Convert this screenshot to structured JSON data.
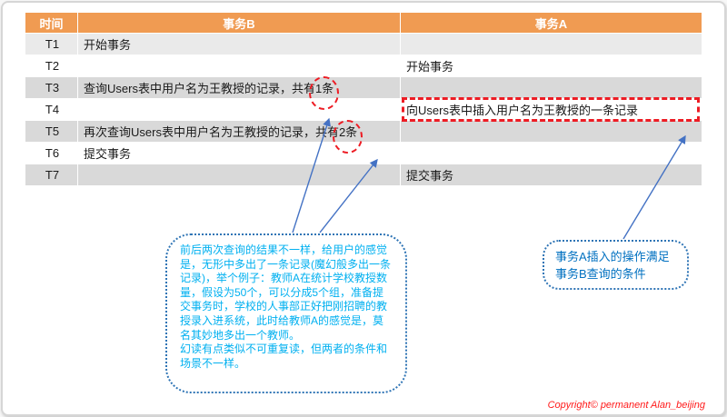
{
  "table": {
    "headers": [
      "时间",
      "事务B",
      "事务A"
    ],
    "rows": [
      {
        "time": "T1",
        "b": "开始事务",
        "a": ""
      },
      {
        "time": "T2",
        "b": "",
        "a": "开始事务"
      },
      {
        "time": "T3",
        "b": "查询Users表中用户名为王教授的记录，共有",
        "b_mark": "1条",
        "a": ""
      },
      {
        "time": "T4",
        "b": "",
        "a": "向Users表中插入用户名为王教授的一条记录"
      },
      {
        "time": "T5",
        "b": "再次查询Users表中用户名为王教授的记录，共有",
        "b_mark": "2条",
        "a": ""
      },
      {
        "time": "T6",
        "b": "提交事务",
        "a": ""
      },
      {
        "time": "T7",
        "b": "",
        "a": "提交事务"
      }
    ]
  },
  "callouts": {
    "left": "前后两次查询的结果不一样，给用户的感觉是，无形中多出了一条记录(魔幻般多出一条记录)，举个例子：教师A在统计学校教授数量，假设为50个，可以分成5个组，准备提交事务时，学校的人事部正好把刚招聘的教授录入进系统，此时给教师A的感觉是，莫名其妙地多出一个教师。\n幻读有点类似不可重复读，但两者的条件和场景不一样。",
    "right": "事务A插入的操作满足事务B查询的条件"
  },
  "copyright": "Copyright© permanent  Alan_beijing",
  "colors": {
    "header_bg": "#F09B52",
    "row_stripe": "#D9D9D9",
    "annotation_red": "#ED1C24",
    "callout_border": "#2E74B5",
    "callout_text_left": "#00B0F0",
    "callout_text_right": "#0070C0",
    "arrow": "#4472C4",
    "copyright": "#FF1A1A"
  }
}
